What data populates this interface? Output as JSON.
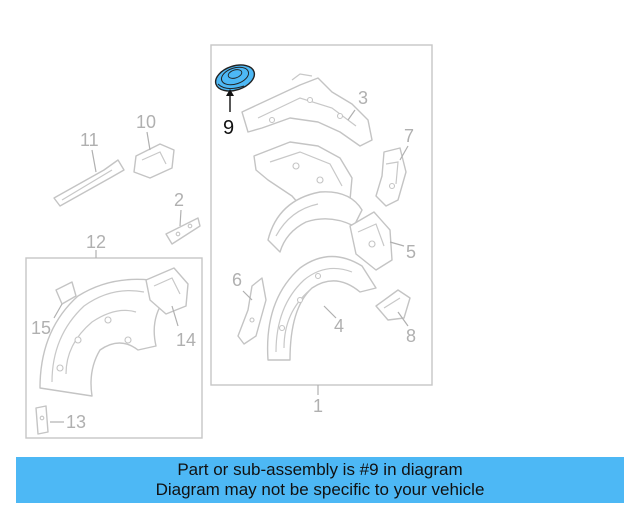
{
  "diagram": {
    "highlight_color": "#4db8f5",
    "highlighted_part": "9",
    "callouts": {
      "c1": "1",
      "c2": "2",
      "c3": "3",
      "c4": "4",
      "c5": "5",
      "c6": "6",
      "c7": "7",
      "c8": "8",
      "c9": "9",
      "c10": "10",
      "c11": "11",
      "c12": "12",
      "c13": "13",
      "c14": "14",
      "c15": "15"
    }
  },
  "banner": {
    "line1": "Part or sub-assembly is #9 in diagram",
    "line2": "Diagram may not be specific to your vehicle",
    "background": "#4db8f5"
  }
}
